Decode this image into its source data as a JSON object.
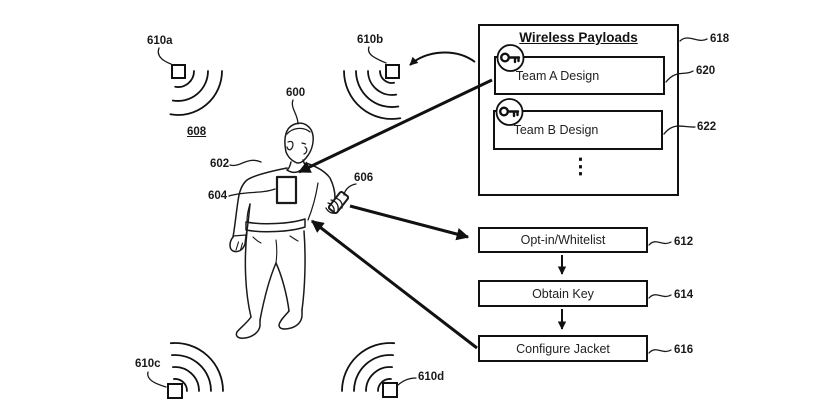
{
  "figure": {
    "scene": {
      "person_ref": "600",
      "jacket_ref": "602",
      "patch_ref": "604",
      "phone_ref": "606",
      "environment_ref": "608",
      "beacons": [
        {
          "ref": "610a"
        },
        {
          "ref": "610b"
        },
        {
          "ref": "610c"
        },
        {
          "ref": "610d"
        }
      ]
    },
    "payloads_panel": {
      "ref": "618",
      "title": "Wireless Payloads",
      "items": [
        {
          "label": "Team A Design",
          "ref": "620",
          "icon": "key-icon"
        },
        {
          "label": "Team B Design",
          "ref": "622",
          "icon": "key-icon"
        }
      ],
      "ellipsis": "⋮"
    },
    "flow": {
      "steps": [
        {
          "label": "Opt-in/Whitelist",
          "ref": "612"
        },
        {
          "label": "Obtain Key",
          "ref": "614"
        },
        {
          "label": "Configure Jacket",
          "ref": "616"
        }
      ]
    },
    "colors": {
      "line": "#111111",
      "background": "#ffffff"
    }
  }
}
